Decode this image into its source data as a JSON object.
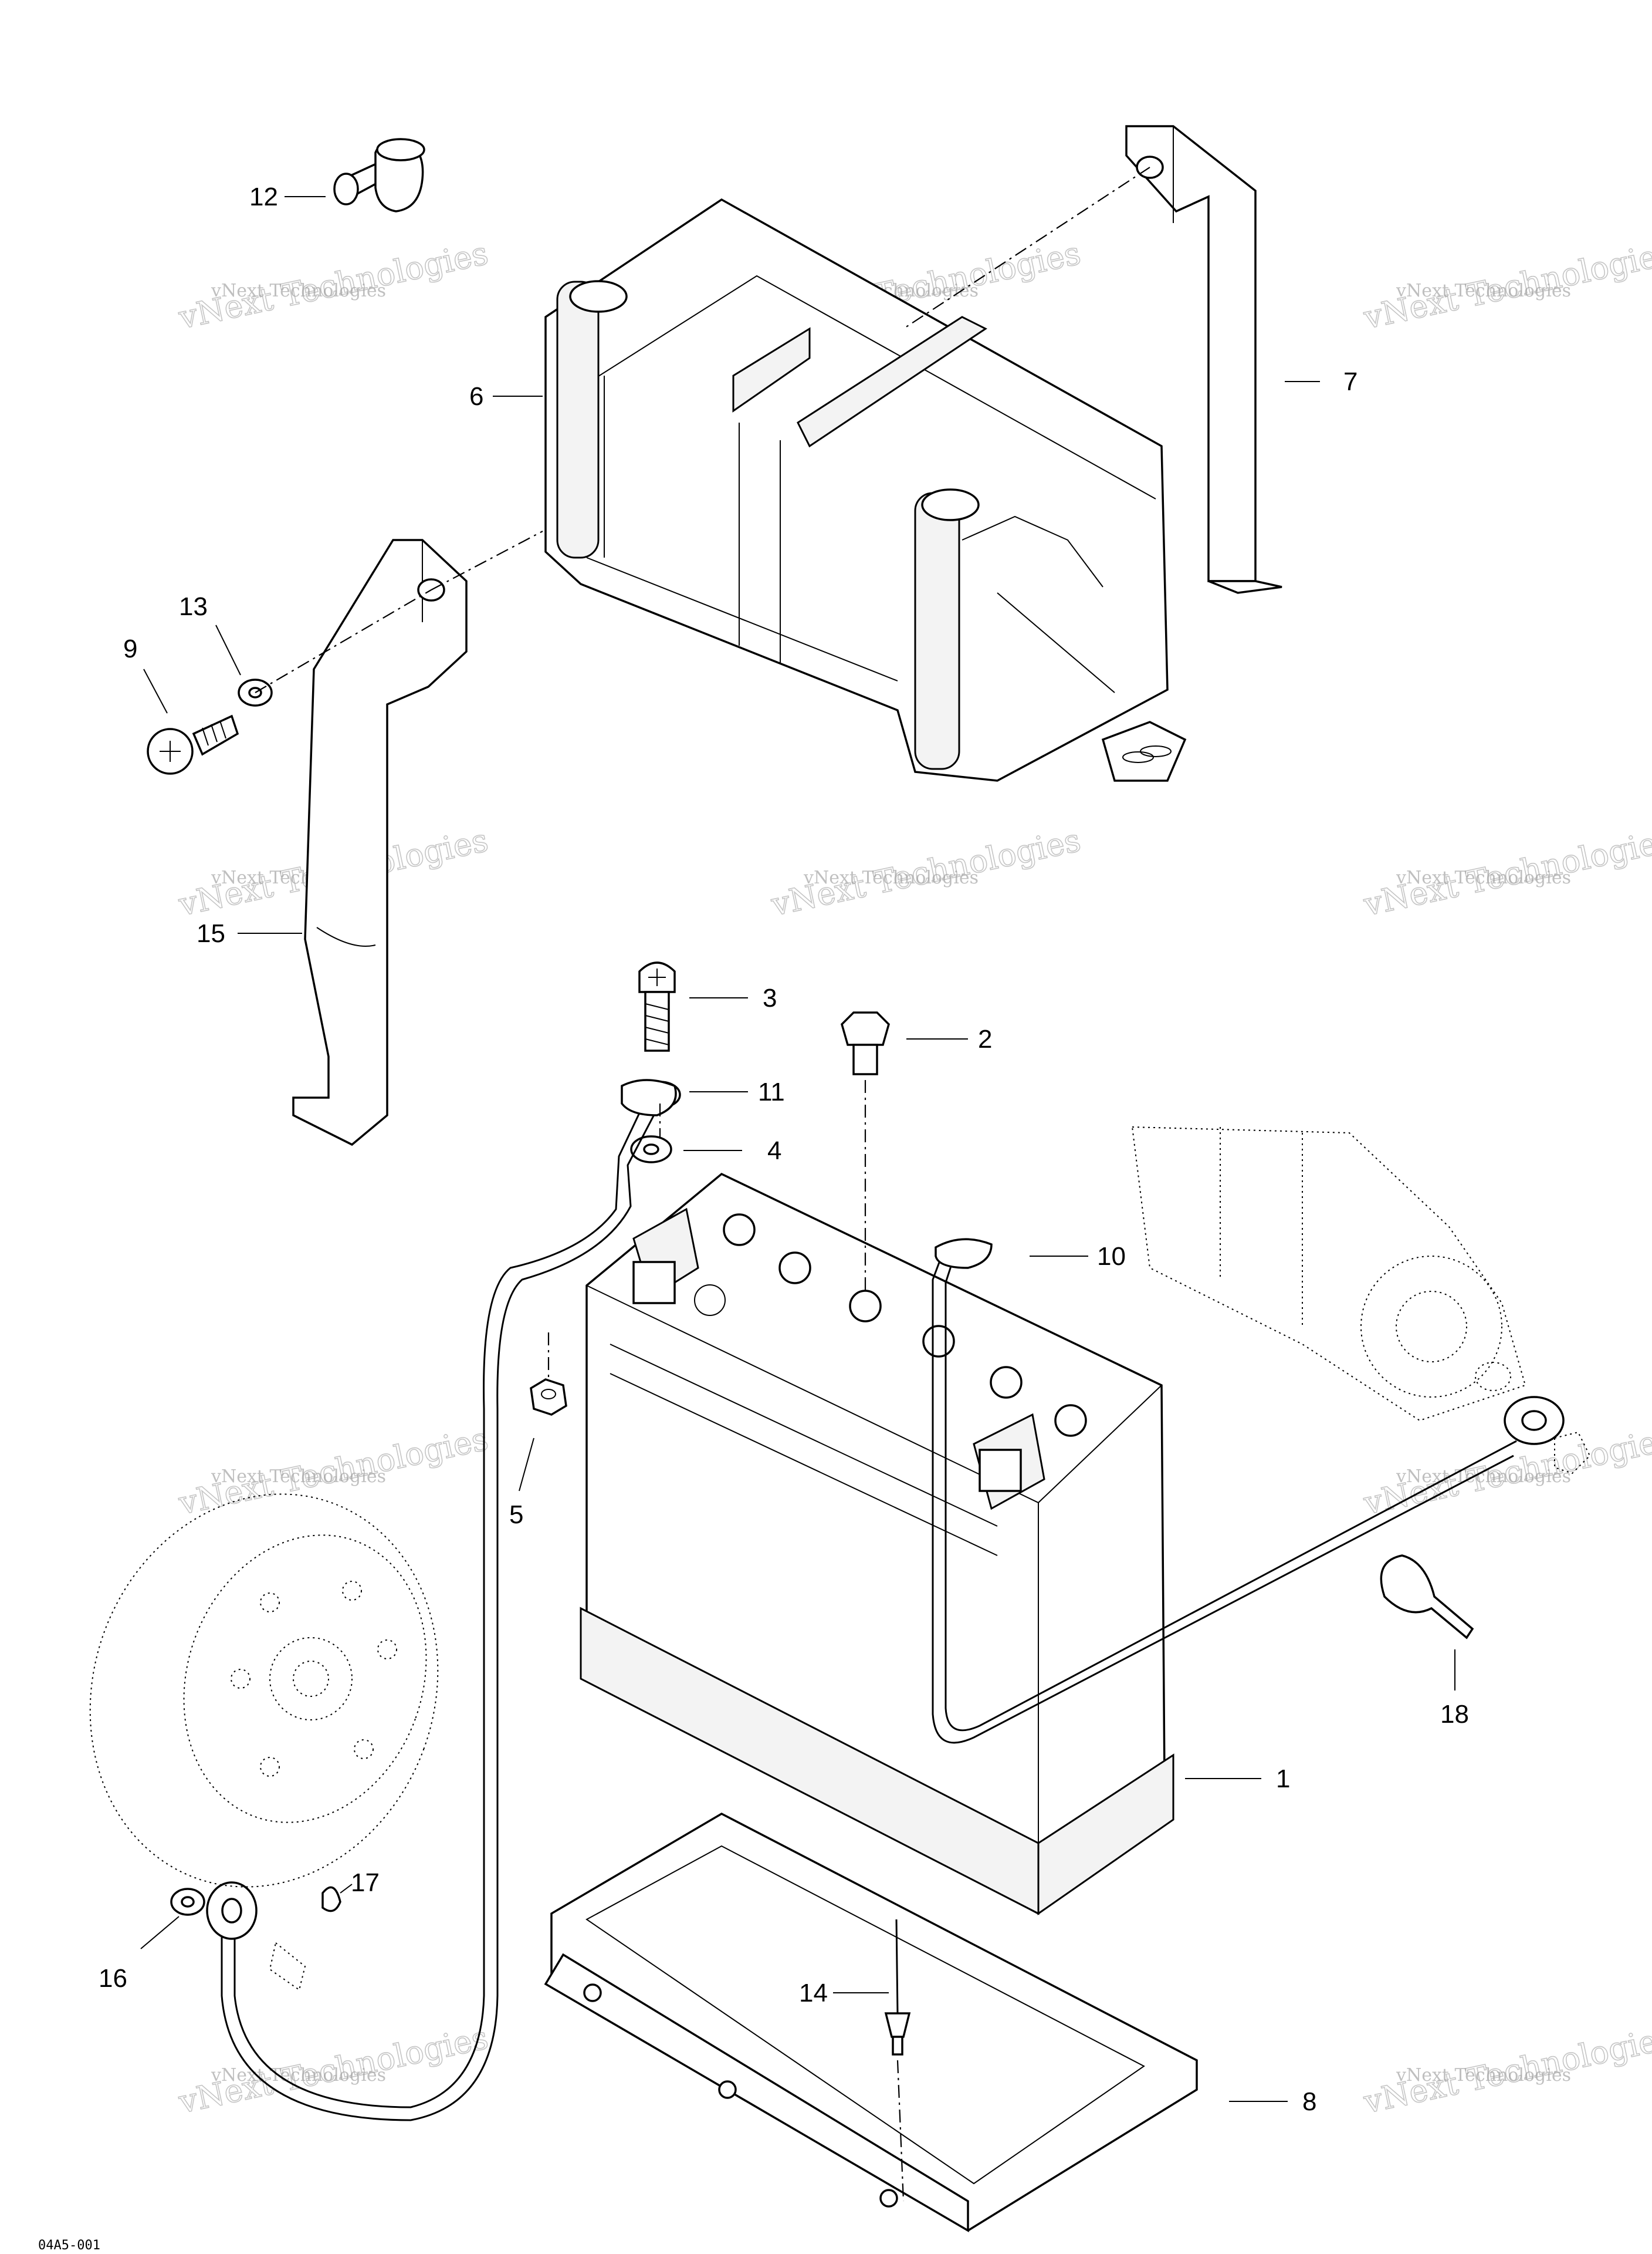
{
  "diagram": {
    "callouts": [
      "1",
      "2",
      "3",
      "4",
      "5",
      "6",
      "7",
      "8",
      "9",
      "10",
      "11",
      "12",
      "13",
      "14",
      "15",
      "16",
      "17",
      "18"
    ],
    "watermark": {
      "line1": "vNext Technologies",
      "line2": "vNext Technologies"
    },
    "figure_id": "04A5-001"
  }
}
